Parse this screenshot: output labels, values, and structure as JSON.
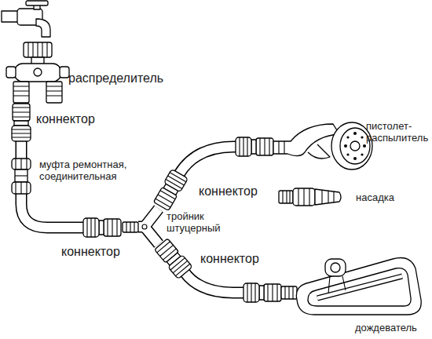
{
  "diagram": {
    "labels": [
      "распределитель",
      "коннектор",
      "пистолет-распылитель",
      "муфта ремонтная, соединительная",
      "коннектор",
      "насадка",
      "тройник штуцерный",
      "коннектор",
      "коннектор",
      "дождеватель"
    ]
  }
}
